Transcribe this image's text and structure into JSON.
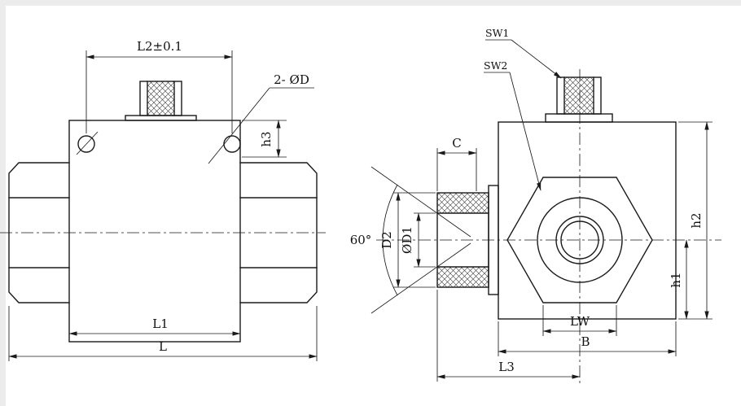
{
  "style": {
    "line_color": "#1a1a1a",
    "background": "#ffffff",
    "hatch_color": "#3a3a3a",
    "page_edge_color": "#ececec"
  },
  "front_view": {
    "dims": {
      "l2": "L2±0.1",
      "hole_callout": "2- ØD",
      "h3": "h3",
      "l1": "L1",
      "l": "L"
    }
  },
  "side_view": {
    "dims": {
      "sw1": "SW1",
      "sw2": "SW2",
      "c": "C",
      "cone_angle": "60°",
      "d2": "D2",
      "d1": "ØD1",
      "h2": "h2",
      "h1": "h1",
      "lw": "LW",
      "b": "B",
      "l3": "L3"
    }
  }
}
